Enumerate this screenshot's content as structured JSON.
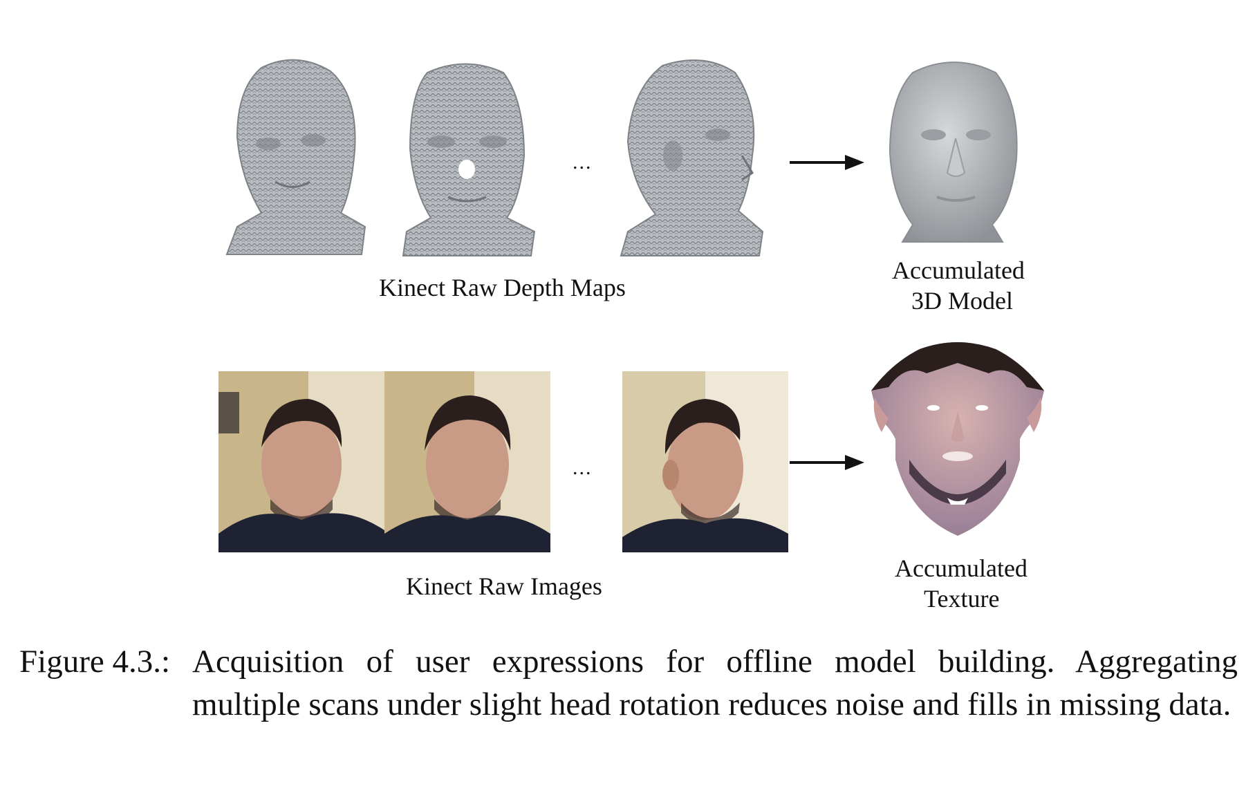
{
  "figure": {
    "top_row": {
      "ellipsis": "...",
      "label": "Kinect Raw Depth Maps",
      "result_label_line1": "Accumulated",
      "result_label_line2": "3D Model"
    },
    "bottom_row": {
      "ellipsis": "...",
      "label": "Kinect Raw Images",
      "result_label_line1": "Accumulated",
      "result_label_line2": "Texture"
    },
    "caption": {
      "label": "Figure 4.3.:",
      "text": "Acquisition of user expressions for offline model building. Aggregating multiple scans under slight head rotation reduces noise and fills in missing data."
    }
  },
  "colors": {
    "scan_gray": "#a9adb2",
    "model_gray": "#b9bcc0",
    "skin": "#c99a86",
    "hair": "#2a1f1c",
    "jacket": "#1f2233",
    "arrow": "#111111"
  }
}
